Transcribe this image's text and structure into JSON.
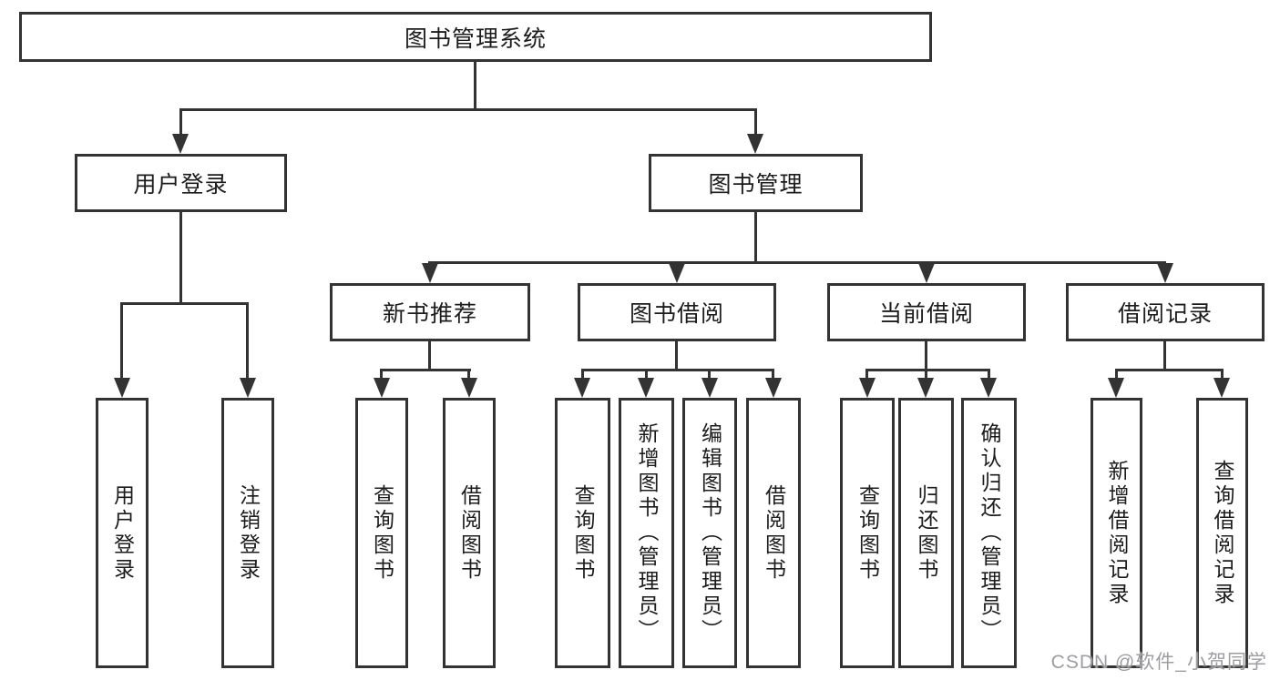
{
  "diagram_title": "图书管理系统",
  "tree": {
    "label": "图书管理系统",
    "children": [
      {
        "label": "用户登录",
        "children": [
          {
            "label": "用户登录"
          },
          {
            "label": "注销登录"
          }
        ]
      },
      {
        "label": "图书管理",
        "children": [
          {
            "label": "新书推荐",
            "children": [
              {
                "label": "查询图书"
              },
              {
                "label": "借阅图书"
              }
            ]
          },
          {
            "label": "图书借阅",
            "children": [
              {
                "label": "查询图书"
              },
              {
                "label": "新增图书（管理员）"
              },
              {
                "label": "编辑图书（管理员）"
              },
              {
                "label": "借阅图书"
              }
            ]
          },
          {
            "label": "当前借阅",
            "children": [
              {
                "label": "查询图书"
              },
              {
                "label": "归还图书"
              },
              {
                "label": "确认归还（管理员）"
              }
            ]
          },
          {
            "label": "借阅记录",
            "children": [
              {
                "label": "新增借阅记录"
              },
              {
                "label": "查询借阅记录"
              }
            ]
          }
        ]
      }
    ]
  },
  "watermark": {
    "text": "CSDN @软件_小贺同学",
    "color": "#9e9ea2"
  },
  "colors": {
    "line": "#333333",
    "box_border": "#333333",
    "text": "#1c1c1c",
    "background": "#ffffff"
  }
}
